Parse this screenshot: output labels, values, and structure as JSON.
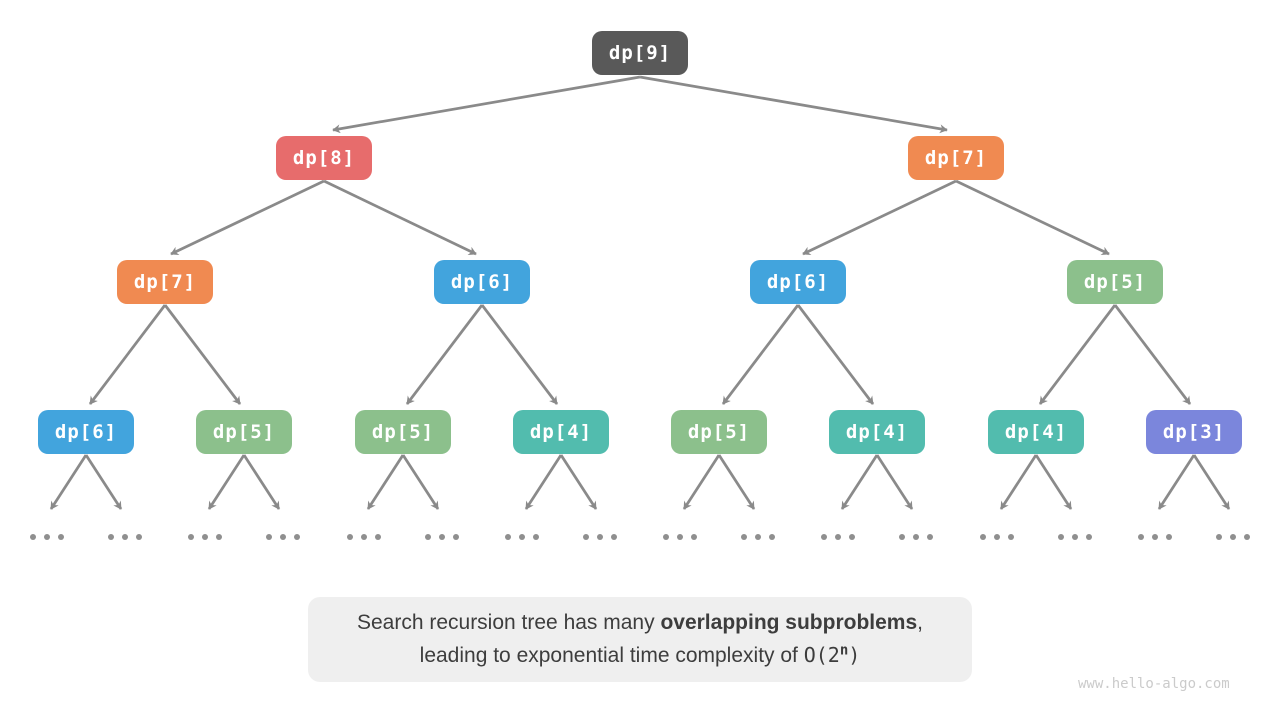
{
  "palette": {
    "root_node": "#595959",
    "salmon_node": "#E76C6C",
    "orange_node": "#F08A51",
    "blue_node": "#42A4DD",
    "green_node": "#8CC08C",
    "teal_node": "#52BCAE",
    "purple_node": "#7B86DC",
    "arrow": "#8A8A8A",
    "leaf_dots": "#8F8F8F",
    "caption_bg": "#EFEFEF",
    "caption_text": "#3D3D3D",
    "watermark_text": "#CBCBCB"
  },
  "tree": {
    "nodes": [
      {
        "label": "dp[9]",
        "level": 1,
        "color": "root"
      },
      {
        "label": "dp[8]",
        "level": 2,
        "color": "salmon"
      },
      {
        "label": "dp[7]",
        "level": 2,
        "color": "orange"
      },
      {
        "label": "dp[7]",
        "level": 3,
        "color": "orange"
      },
      {
        "label": "dp[6]",
        "level": 3,
        "color": "blue"
      },
      {
        "label": "dp[6]",
        "level": 3,
        "color": "blue"
      },
      {
        "label": "dp[5]",
        "level": 3,
        "color": "green"
      },
      {
        "label": "dp[6]",
        "level": 4,
        "color": "blue"
      },
      {
        "label": "dp[5]",
        "level": 4,
        "color": "green"
      },
      {
        "label": "dp[5]",
        "level": 4,
        "color": "green"
      },
      {
        "label": "dp[4]",
        "level": 4,
        "color": "teal"
      },
      {
        "label": "dp[5]",
        "level": 4,
        "color": "green"
      },
      {
        "label": "dp[4]",
        "level": 4,
        "color": "teal"
      },
      {
        "label": "dp[4]",
        "level": 4,
        "color": "teal"
      },
      {
        "label": "dp[3]",
        "level": 4,
        "color": "purple"
      }
    ],
    "leaf_ellipsis": "...",
    "leaf_count": 16
  },
  "caption": {
    "line1_pre": "Search recursion tree has many ",
    "line1_bold": "overlapping subproblems",
    "line1_post": ",",
    "line2_pre": "leading to exponential time complexity of ",
    "formula_pre": "O(2",
    "formula_sup": "n",
    "formula_post": ")"
  },
  "watermark": "www.hello-algo.com"
}
